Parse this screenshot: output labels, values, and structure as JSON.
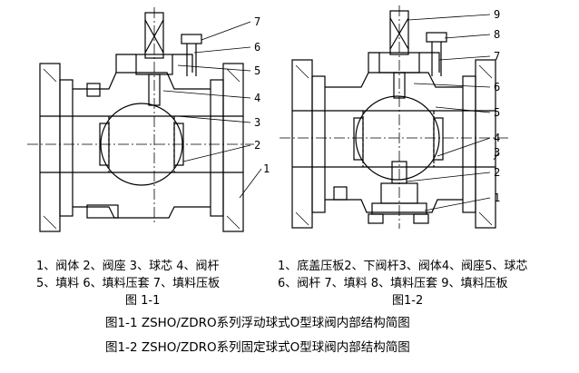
{
  "diagram": {
    "fig1": {
      "callouts": [
        "7",
        "6",
        "5",
        "4",
        "3",
        "2",
        "1"
      ],
      "legend_line1": "1、阀体 2、阀座 3、球芯 4、阀杆",
      "legend_line2": "5、填料 6、填料压套  7、填料压板",
      "caption": "图 1-1"
    },
    "fig2": {
      "callouts": [
        "9",
        "8",
        "7",
        "6",
        "5",
        "4",
        "3",
        "2",
        "1"
      ],
      "legend_line1": "1、底盖压板2、下阀杆3、阀体4、阀座5、球芯",
      "legend_line2": "6、阀杆 7、填料 8、填料压套 9、填料压板",
      "caption": "图1-2"
    },
    "title_line1": "图1-1 ZSHO/ZDRO系列浮动球式O型球阀内部结构简图",
    "title_line2": "图1-2 ZSHO/ZDRO系列固定球式O型球阀内部结构简图"
  }
}
